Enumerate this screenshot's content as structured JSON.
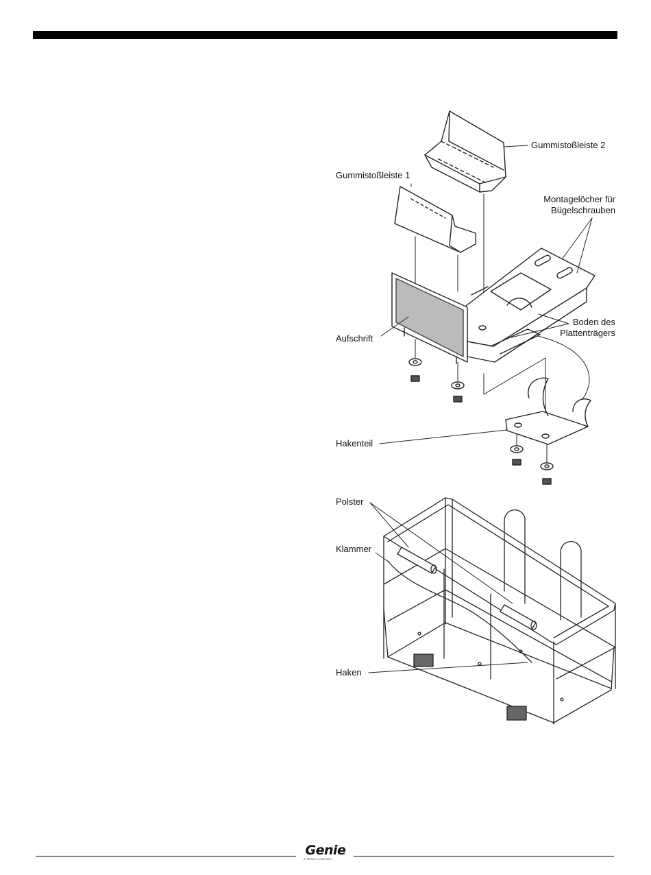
{
  "labels": {
    "gummi2": "Gummistoßleiste 2",
    "gummi1": "Gummistoßleiste 1",
    "montage_1": "Montagelöcher für",
    "montage_2": "Bügelschrauben",
    "boden_1": "Boden des",
    "boden_2": "Plattenträgers",
    "aufschrift": "Aufschrift",
    "hakenteil": "Hakenteil",
    "polster": "Polster",
    "klammer": "Klammer",
    "haken": "Haken"
  },
  "footer": {
    "logo_text": "Genie",
    "logo_sub": "A TEREX COMPANY"
  }
}
